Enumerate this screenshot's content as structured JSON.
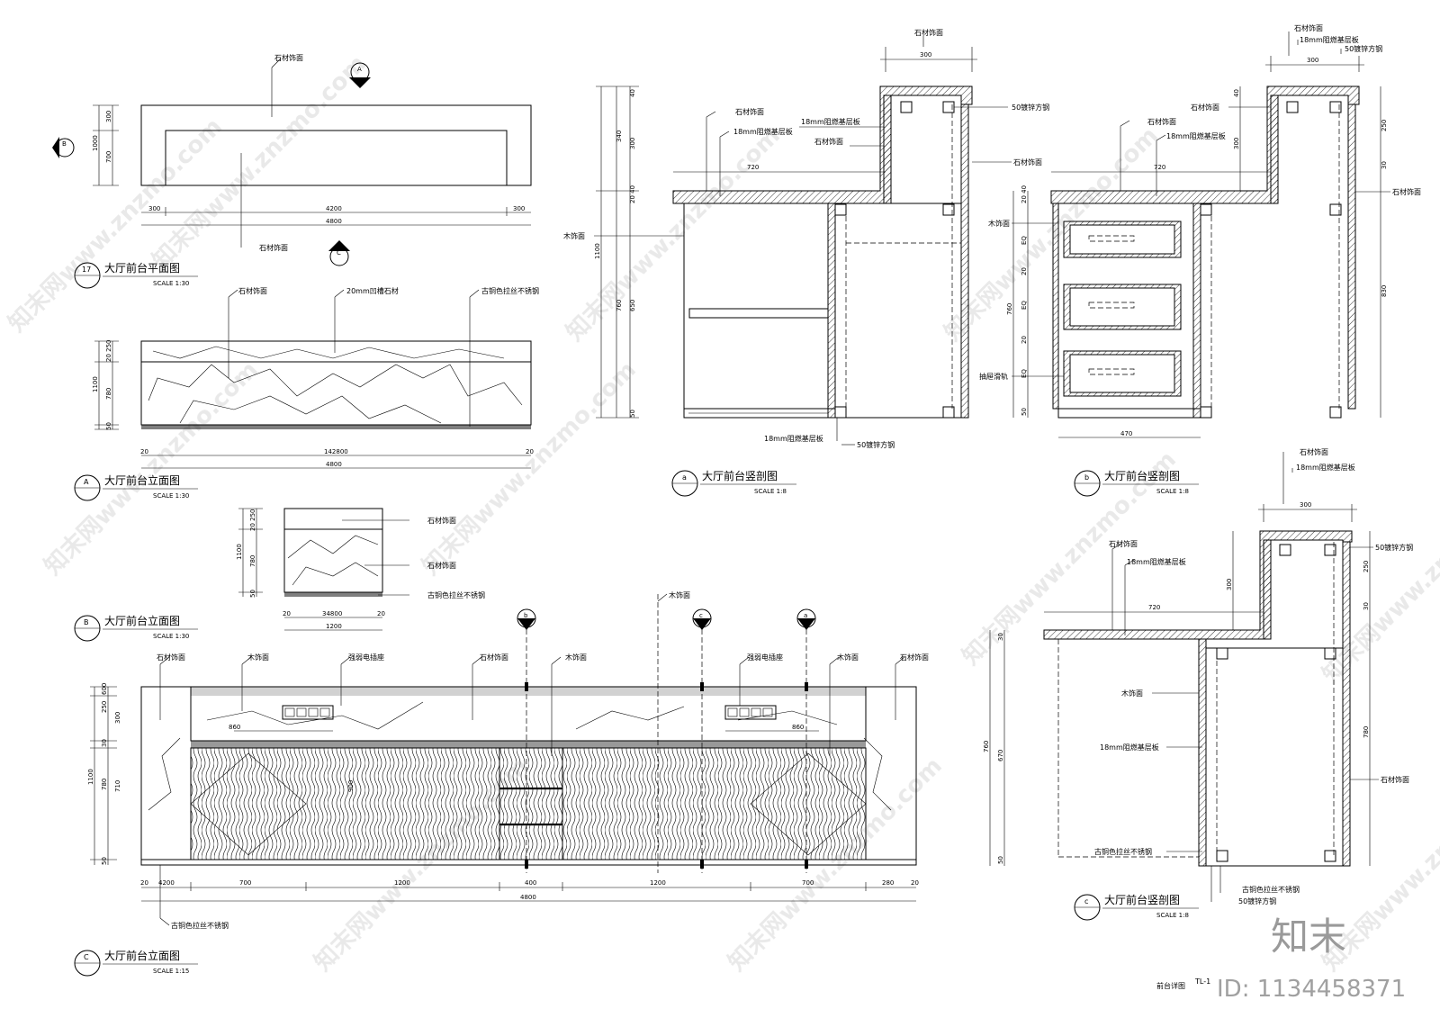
{
  "plan": {
    "callout_A": "A",
    "callout_B": "B",
    "callout_C": "C",
    "label_top": "石材饰面",
    "label_bottom": "石材饰面",
    "dim_300_top": "300",
    "dim_700": "700",
    "dim_1000": "1000",
    "dim_300_left": "300",
    "dim_4200": "4200",
    "dim_300_right": "300",
    "dim_4800": "4800",
    "title_no": "17",
    "title": "大厅前台平面图",
    "scale": "SCALE   1:30"
  },
  "elevA": {
    "label1": "石材饰面",
    "label2": "20mm凹槽石材",
    "label3": "古铜色拉丝不锈钢",
    "dim_250": "20 250",
    "dim_780": "780",
    "dim_1100": "1100",
    "dim_50": "50",
    "dim_20a": "20",
    "dim_14280": "142800",
    "dim_20b": "20",
    "dim_4800": "4800",
    "title_no": "A",
    "title": "大厅前台立面图",
    "scale": "SCALE   1:30"
  },
  "elevB": {
    "label1": "石材饰面",
    "label2": "石材饰面",
    "label3": "古铜色拉丝不锈钢",
    "dim_250": "20 250",
    "dim_780": "780",
    "dim_1100": "1100",
    "dim_50": "50",
    "dim_20a": "20",
    "dim_34800": "34800",
    "dim_20b": "20",
    "dim_1200": "1200",
    "title_no": "B",
    "title": "大厅前台立面图",
    "scale": "SCALE   1:30"
  },
  "elevC": {
    "labels": [
      "石材饰面",
      "木饰面",
      "强弱电插座",
      "石材饰面",
      "木饰面",
      "木饰面",
      "强弱电插座",
      "木饰面",
      "石材饰面"
    ],
    "callout_b": "b",
    "callout_c": "c",
    "callout_a": "a",
    "dim_860a": "860",
    "dim_860b": "860",
    "dim_900": "900",
    "dims_left": [
      "600",
      "250",
      "300",
      "30",
      "780",
      "710",
      "1100",
      "50"
    ],
    "dims_bottom": [
      "20",
      "4200",
      "700",
      "1200",
      "400",
      "1200",
      "700",
      "280",
      "20"
    ],
    "dim_4800": "4800",
    "bottom_label": "古铜色拉丝不锈钢",
    "title_no": "C",
    "title": "大厅前台立面图",
    "scale": "SCALE   1:15"
  },
  "secA": {
    "labels": [
      "石材饰面",
      "18mm阻燃基层板",
      "石材饰面",
      "木饰面"
    ],
    "right_labels": [
      "50镀锌方钢",
      "石材饰面"
    ],
    "mid_labels": [
      "18mm阻燃基层板",
      "石材饰面"
    ],
    "top_label": "石材饰面",
    "dim_300": "300",
    "dim_720": "720",
    "dims_left": [
      "40",
      "300",
      "340",
      "20 40",
      "1100",
      "650",
      "760",
      "50"
    ],
    "bottom_labels": [
      "18mm阻燃基层板",
      "50镀锌方钢"
    ],
    "title_no": "a",
    "title": "大厅前台竖剖图",
    "scale": "SCALE   1:8"
  },
  "secB": {
    "top_labels": [
      "石材饰面",
      "18mm阻燃基层板",
      "50镀锌方钢"
    ],
    "labels": [
      "石材饰面",
      "石材饰面",
      "18mm阻燃基层板",
      "木饰面",
      "抽屉滑轨"
    ],
    "right_label": "石材饰面",
    "dim_300": "300",
    "dim_720": "720",
    "dim_470": "470",
    "dims_left": [
      "40",
      "300",
      "20 40",
      "EQ",
      "20",
      "EQ",
      "760",
      "20",
      "EQ",
      "50"
    ],
    "dims_right": [
      "250",
      "30",
      "830"
    ],
    "title_no": "b",
    "title": "大厅前台竖剖图",
    "scale": "SCALE   1:8"
  },
  "secC": {
    "top_labels": [
      "石材饰面",
      "18mm阻燃基层板"
    ],
    "labels": [
      "石材饰面",
      "18mm阻燃基层板",
      "木饰面",
      "18mm阻燃基层板",
      "古铜色拉丝不锈钢"
    ],
    "right_labels": [
      "50镀锌方钢",
      "石材饰面"
    ],
    "dim_300": "300",
    "dim_720": "720",
    "dims_left": [
      "30",
      "300",
      "670",
      "760",
      "50"
    ],
    "dims_right": [
      "250",
      "30",
      "780"
    ],
    "bottom_labels": [
      "古铜色拉丝不锈钢",
      "50镀锌方钢"
    ],
    "title_no": "c",
    "title": "大厅前台竖剖图",
    "scale": "SCALE   1:8"
  },
  "sheet": {
    "title": "前台详图",
    "number": "TL-1",
    "brand": "知末",
    "id": "ID: 1134458371",
    "watermark": "知末网www.znzmo.com"
  }
}
